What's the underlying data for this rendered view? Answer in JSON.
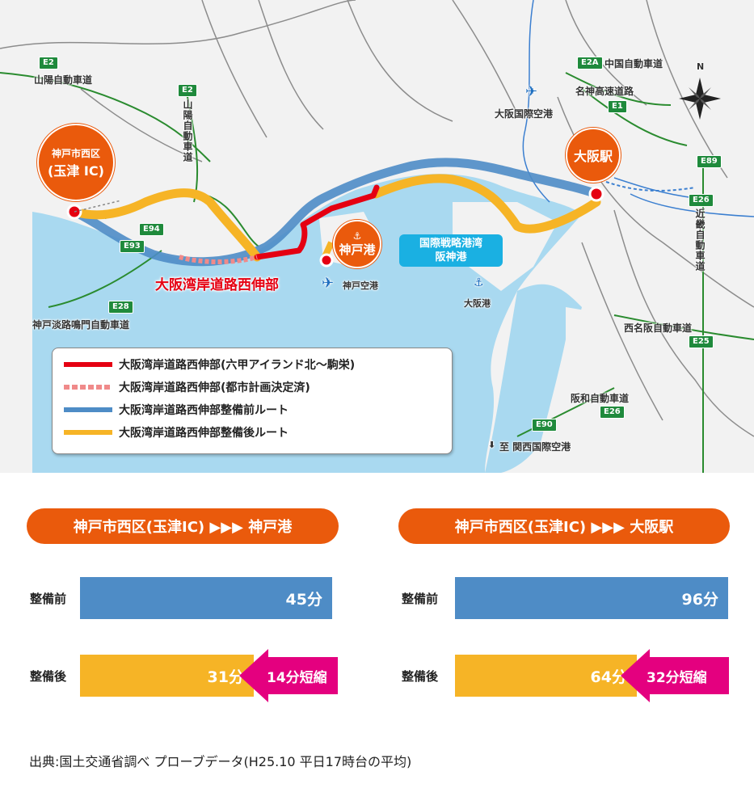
{
  "map": {
    "expressways": [
      {
        "shield": "E2",
        "name": "山陽自動車道"
      },
      {
        "shield": "E2",
        "name": "山陽自動車道"
      },
      {
        "shield": "E2A",
        "name": "中国自動車道"
      },
      {
        "shield": "E1",
        "name": "名神高速道路"
      },
      {
        "shield": "E89",
        "name": ""
      },
      {
        "shield": "E26",
        "name": "近畿自動車道"
      },
      {
        "shield": "E94",
        "name": ""
      },
      {
        "shield": "E93",
        "name": ""
      },
      {
        "shield": "E28",
        "name": "神戸淡路鳴門自動車道"
      },
      {
        "shield": "E25",
        "name": "西名阪自動車道"
      },
      {
        "shield": "E26",
        "name": "阪和自動車道"
      },
      {
        "shield": "E90",
        "name": ""
      }
    ],
    "places": {
      "origin_line1": "神戸市西区",
      "origin_line2": "(玉津 IC)",
      "kobe_port": "神戸港",
      "osaka_station": "大阪駅",
      "osaka_airport": "大阪国際空港",
      "kobe_airport": "神戸空港",
      "osaka_port": "大阪港",
      "strategic_port_line1": "国際戦略港湾",
      "strategic_port_line2": "阪神港",
      "kansai_airport": "至 関西国際空港"
    },
    "route_label": "大阪湾岸道路西伸部",
    "north_label": "N",
    "colors": {
      "sea": "#a9d9f0",
      "land": "#f2f2f2",
      "route_built": "#e50012",
      "route_planned": "#f08a8a",
      "before": "#4e8cc6",
      "after": "#f6b426",
      "expressway": "#2a8b2f",
      "accent": "#ea5a0c",
      "arrow": "#e4007f"
    }
  },
  "legend": [
    {
      "label": "大阪湾岸道路西伸部(六甲アイランド北～駒栄)",
      "style": "solid-red"
    },
    {
      "label": "大阪湾岸道路西伸部(都市計画決定済)",
      "style": "dashed-red"
    },
    {
      "label": "大阪湾岸道路西伸部整備前ルート",
      "style": "blue"
    },
    {
      "label": "大阪湾岸道路西伸部整備後ルート",
      "style": "orange"
    }
  ],
  "comparisons": [
    {
      "title": "神戸市西区(玉津IC) ▶▶▶ 神戸港",
      "before_label": "整備前",
      "before_value": "45分",
      "before_minutes": 45,
      "after_label": "整備後",
      "after_value": "31分",
      "after_minutes": 31,
      "saving": "14分短縮"
    },
    {
      "title": "神戸市西区(玉津IC) ▶▶▶ 大阪駅",
      "before_label": "整備前",
      "before_value": "96分",
      "before_minutes": 96,
      "after_label": "整備後",
      "after_value": "64分",
      "after_minutes": 64,
      "saving": "32分短縮"
    }
  ],
  "source": "出典:国土交通省調べ プローブデータ(H25.10 平日17時台の平均)"
}
